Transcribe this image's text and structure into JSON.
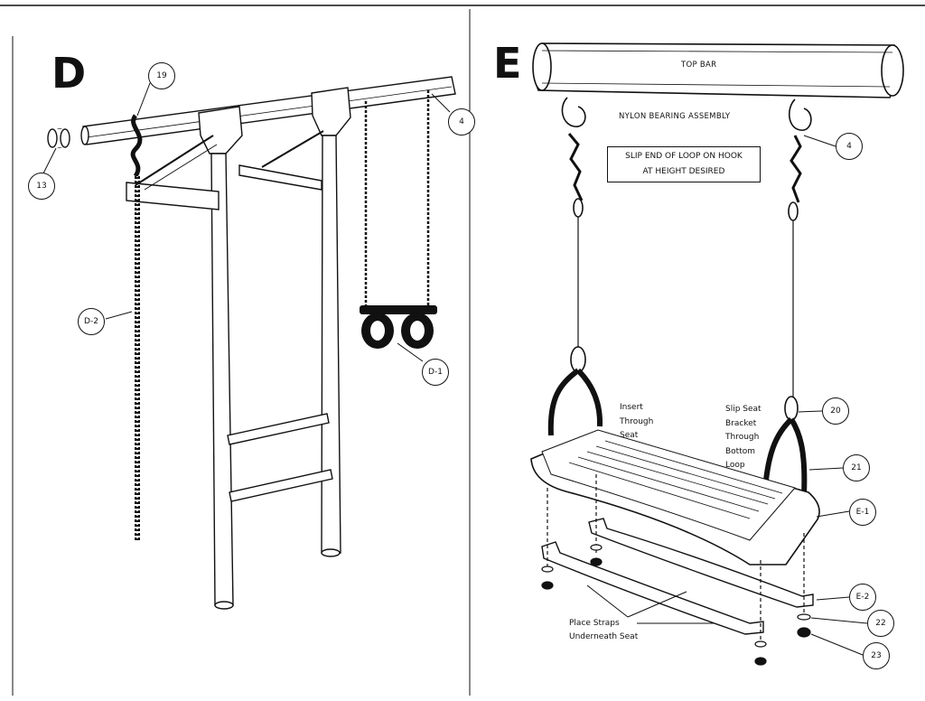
{
  "section_d": {
    "letter": "D",
    "callouts": {
      "c19": "19",
      "c13": "13",
      "c4": "4",
      "d2": "D-2",
      "d1": "D-1"
    }
  },
  "section_e": {
    "letter": "E",
    "top_bar_label": "TOP BAR",
    "bearing_label": "NYLON BEARING ASSEMBLY",
    "hook_note_line1": "SLIP END OF LOOP ON HOOK",
    "hook_note_line2": "AT HEIGHT DESIRED",
    "insert_note": [
      "Insert",
      "Through",
      "Seat"
    ],
    "slip_note": [
      "Slip Seat",
      "Bracket",
      "Through",
      "Bottom",
      "Loop"
    ],
    "straps_note": [
      "Place Straps",
      "Underneath Seat"
    ],
    "callouts": {
      "c4": "4",
      "c20": "20",
      "c21": "21",
      "e1": "E-1",
      "e2": "E-2",
      "c22": "22",
      "c23": "23"
    }
  }
}
